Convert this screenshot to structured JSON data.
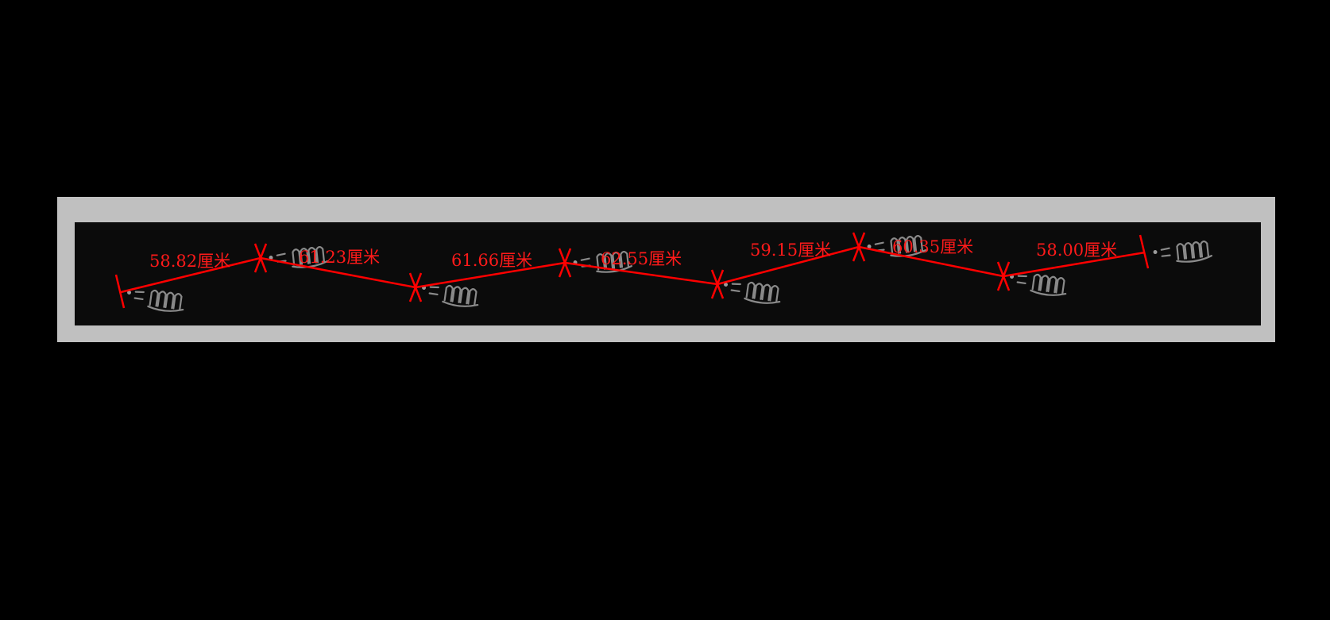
{
  "measurements": [
    {
      "value": "58.82",
      "unit": "厘米"
    },
    {
      "value": "61.23",
      "unit": "厘米"
    },
    {
      "value": "61.66",
      "unit": "厘米"
    },
    {
      "value": "62.55",
      "unit": "厘米"
    },
    {
      "value": "59.15",
      "unit": "厘米"
    },
    {
      "value": "60.35",
      "unit": "厘米"
    },
    {
      "value": "58.00",
      "unit": "厘米"
    }
  ],
  "colors": {
    "background": "#000000",
    "frame": "#c0c0c0",
    "strip": "#0b0b0b",
    "measure_line": "#ff0000",
    "label": "#ff1a1a",
    "footprint": "#8a8a8a"
  }
}
